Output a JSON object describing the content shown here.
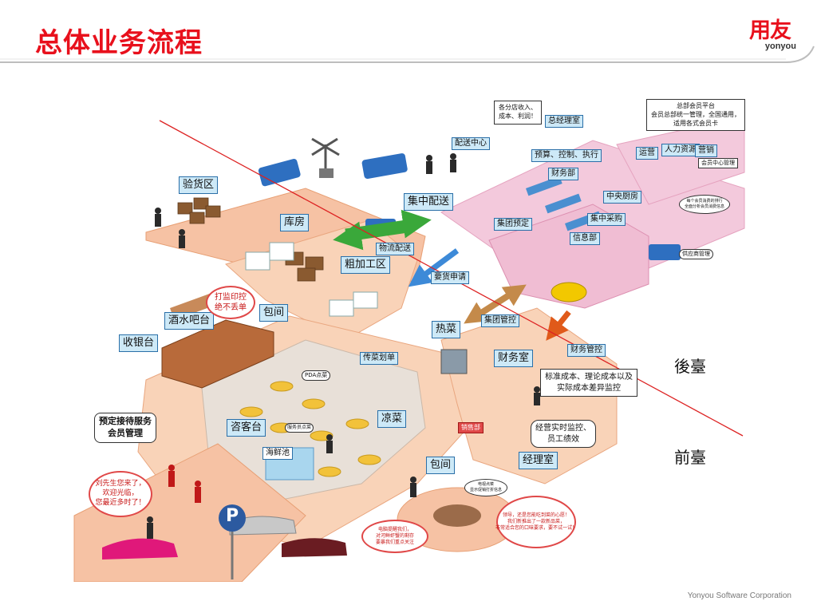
{
  "slide": {
    "title": "总体业务流程",
    "footer": "Yonyou Software Corporation"
  },
  "logo": {
    "cn": "用友",
    "en": "yonyou"
  },
  "divider": {
    "back_label": "後臺",
    "front_label": "前臺"
  },
  "labels": {
    "inspection": "验货区",
    "warehouse": "库房",
    "central_dispatch": "集中配送",
    "dispatch_center": "配送中心",
    "logistics": "物流配送",
    "processing": "粗加工区",
    "requisition": "要货申请",
    "gm_office": "总经理室",
    "budget": "预算、控制、执行",
    "finance_dept": "财务部",
    "central_kitchen": "中央厨房",
    "group_booking": "集团预定",
    "central_purchase": "集中采购",
    "info_dept": "信息部",
    "operations": "运营",
    "hr": "人力资源",
    "marketing": "营销",
    "member_mgmt": "会员中心管理",
    "supplier_mgmt": "供应商管理",
    "group_control": "集团管控",
    "finance_control": "财务管控",
    "finance_room": "财务室",
    "hot_dishes": "热菜",
    "cold_dishes": "凉菜",
    "private_room_1": "包间",
    "private_room_2": "包间",
    "bar": "酒水吧台",
    "cashier": "收银台",
    "reception": "咨客台",
    "seafood": "海鲜池",
    "dish_pass": "传菜划单",
    "pda": "PDA点菜",
    "manager_office": "经理室",
    "sales_dept": "销售部",
    "waiter_pos": "服务员点菜",
    "parking": "P"
  },
  "notes": {
    "branch_income": "各分店收入、\n成本、利润！",
    "hq_platform": "总部会员平台\n会员总部统一管理，全国通用，\n适用各式会员卡",
    "cost_analysis": "标准成本、理论成本以及\n实际成本差异监控",
    "realtime_monitor": "经营实时监控、\n员工绩效",
    "booking_service": "预定接待服务\n会员管理",
    "print_control": "打监印控\n绝不丢单",
    "welcome": "刘先生您来了，\n欢迎光临，\n您最近多时了！",
    "computer_reminder": "电脑提醒我们，\n对河鲜虾蟹的剩存\n要暴我们重点关注",
    "guest_speech": "领导，还是您能吃到菜的心愿！\n我们新推出了一款新品菜，\n非常适合您的口味要求，要不试一试！",
    "member_info": "每个会员消费的排行\n全面分析会员消费信息",
    "tv_note": "电视点菜\n显示促销打折信息"
  }
}
